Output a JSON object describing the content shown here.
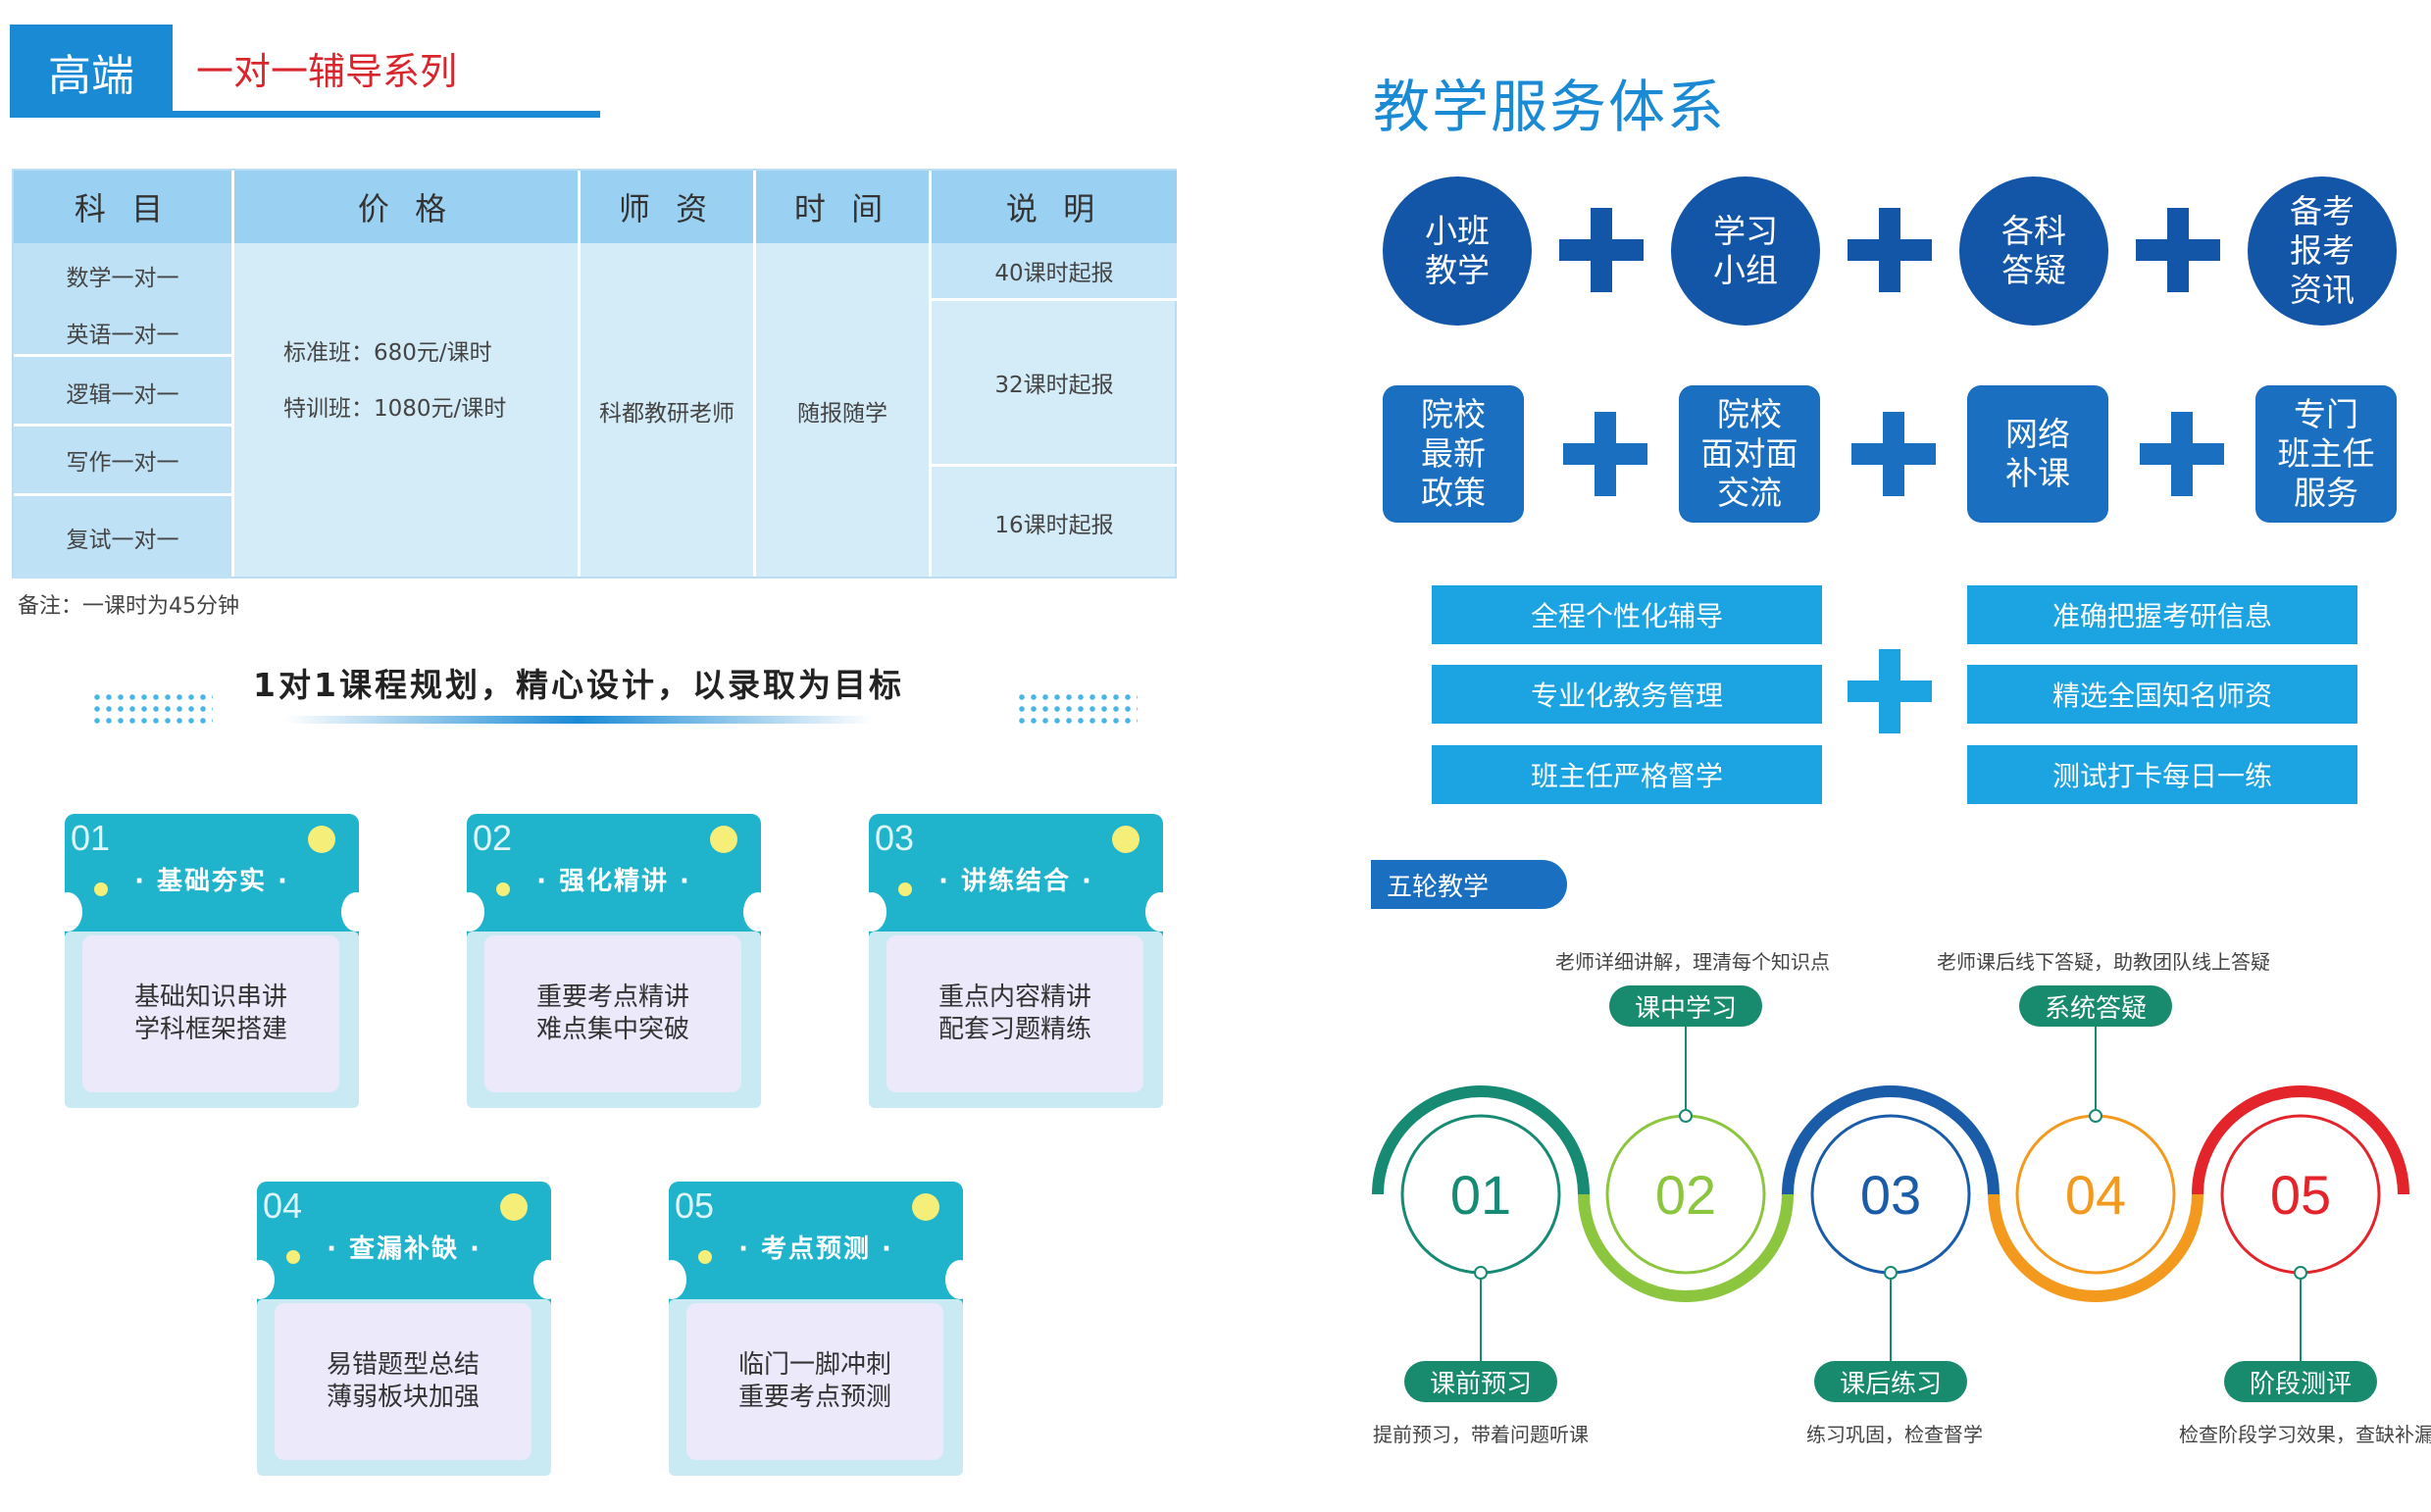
{
  "header": {
    "badge": "高端",
    "subtitle": "一对一辅导系列"
  },
  "price_table": {
    "headers": [
      "科 目",
      "价 格",
      "师 资",
      "时 间",
      "说 明"
    ],
    "subjects": [
      "数学一对一",
      "英语一对一",
      "逻辑一对一",
      "写作一对一",
      "复试一对一"
    ],
    "price_lines": [
      "标准班：680元/课时",
      "特训班：1080元/课时"
    ],
    "faculty": "科都教研老师",
    "schedule": "随报随学",
    "notes": [
      "40课时起报",
      "32课时起报",
      "16课时起报"
    ]
  },
  "footnote": "备注：一课时为45分钟",
  "planning": {
    "title": "1对1课程规划，精心设计，以录取为目标",
    "steps": [
      {
        "num": "01",
        "title": "·  基础夯实  ·",
        "line1": "基础知识串讲",
        "line2": "学科框架搭建"
      },
      {
        "num": "02",
        "title": "·  强化精讲  ·",
        "line1": "重要考点精讲",
        "line2": "难点集中突破"
      },
      {
        "num": "03",
        "title": "·  讲练结合  ·",
        "line1": "重点内容精讲",
        "line2": "配套习题精练"
      },
      {
        "num": "04",
        "title": "·  查漏补缺  ·",
        "line1": "易错题型总结",
        "line2": "薄弱板块加强"
      },
      {
        "num": "05",
        "title": "·  考点预测  ·",
        "line1": "临门一脚冲刺",
        "line2": "重要考点预测"
      }
    ]
  },
  "service": {
    "title": "教学服务体系",
    "circles": [
      {
        "l1": "小班",
        "l2": "教学",
        "l3": ""
      },
      {
        "l1": "学习",
        "l2": "小组",
        "l3": ""
      },
      {
        "l1": "各科",
        "l2": "答疑",
        "l3": ""
      },
      {
        "l1": "备考",
        "l2": "报考",
        "l3": "资讯"
      }
    ],
    "boxes": [
      {
        "l1": "院校",
        "l2": "最新",
        "l3": "政策"
      },
      {
        "l1": "院校",
        "l2": "面对面",
        "l3": "交流"
      },
      {
        "l1": "网络",
        "l2": "补课",
        "l3": ""
      },
      {
        "l1": "专门",
        "l2": "班主任",
        "l3": "服务"
      }
    ],
    "features_left": [
      "全程个性化辅导",
      "专业化教务管理",
      "班主任严格督学"
    ],
    "features_right": [
      "准确把握考研信息",
      "精选全国知名师资",
      "测试打卡每日一练"
    ],
    "plus_colors": {
      "circles": "#1356a8",
      "boxes": "#1a6fc0",
      "features": "#1ba3e2"
    }
  },
  "five_rounds": {
    "tag": "五轮教学",
    "rounds": [
      {
        "num": "01",
        "label": "课前预习",
        "desc": "提前预习，带着问题听课",
        "color": "#168a73"
      },
      {
        "num": "02",
        "label": "课中学习",
        "desc": "老师详细讲解，理清每个知识点",
        "color": "#8cc63f"
      },
      {
        "num": "03",
        "label": "课后练习",
        "desc": "练习巩固，检查督学",
        "color": "#1a5ca8"
      },
      {
        "num": "04",
        "label": "系统答疑",
        "desc": "老师课后线下答疑，助教团队线上答疑",
        "color": "#f39a1e"
      },
      {
        "num": "05",
        "label": "阶段测评",
        "desc": "检查阶段学习效果，查缺补漏",
        "color": "#e3242b"
      }
    ]
  }
}
